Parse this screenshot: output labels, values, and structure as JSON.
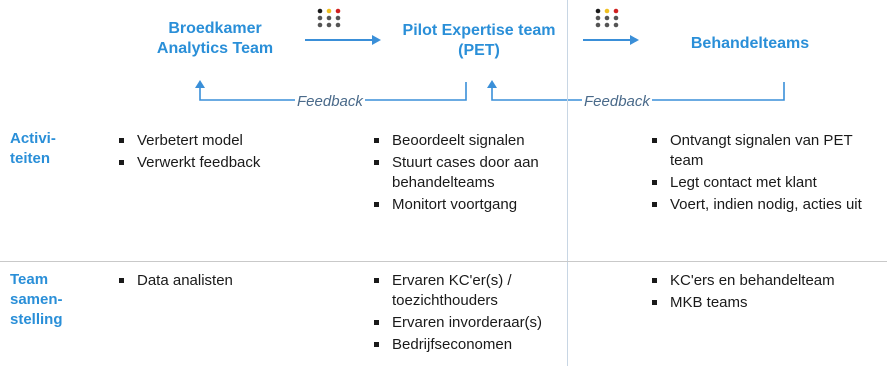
{
  "teams": [
    {
      "name": "Broedkamer\nAnalytics Team"
    },
    {
      "name": "Pilot Expertise team\n(PET)"
    },
    {
      "name": "Behandelteams"
    }
  ],
  "feedback_labels": [
    "Feedback",
    "Feedback"
  ],
  "row_labels": {
    "activiteiten": "Activi-\nteiten",
    "team": "Team\nsamen-\nstelling"
  },
  "activiteiten": [
    [
      "Verbetert model",
      "Verwerkt feedback"
    ],
    [
      "Beoordeelt signalen",
      "Stuurt cases door aan behandelteams",
      "Monitort voortgang"
    ],
    [
      "Ontvangt signalen van PET team",
      "Legt contact met klant",
      "Voert, indien nodig, acties uit"
    ]
  ],
  "teamsamenstelling": [
    [
      "Data analisten"
    ],
    [
      "Ervaren KC'er(s) / toezichthouders",
      "Ervaren invorderaar(s)",
      "Bedrijfseconomen"
    ],
    [
      "KC'ers en behandelteam",
      "MKB teams"
    ]
  ],
  "colors": {
    "accent": "#2a8fd8",
    "arrow": "#3a8fd8",
    "text": "#1a1a1a",
    "feedback_text": "#4a6a8a",
    "dot_colors": [
      "#1a1a1a",
      "#f0c020",
      "#d02020"
    ]
  },
  "icons": [
    "traffic-light-dots-icon",
    "right-arrow-icon",
    "feedback-loop-arrow-icon"
  ]
}
